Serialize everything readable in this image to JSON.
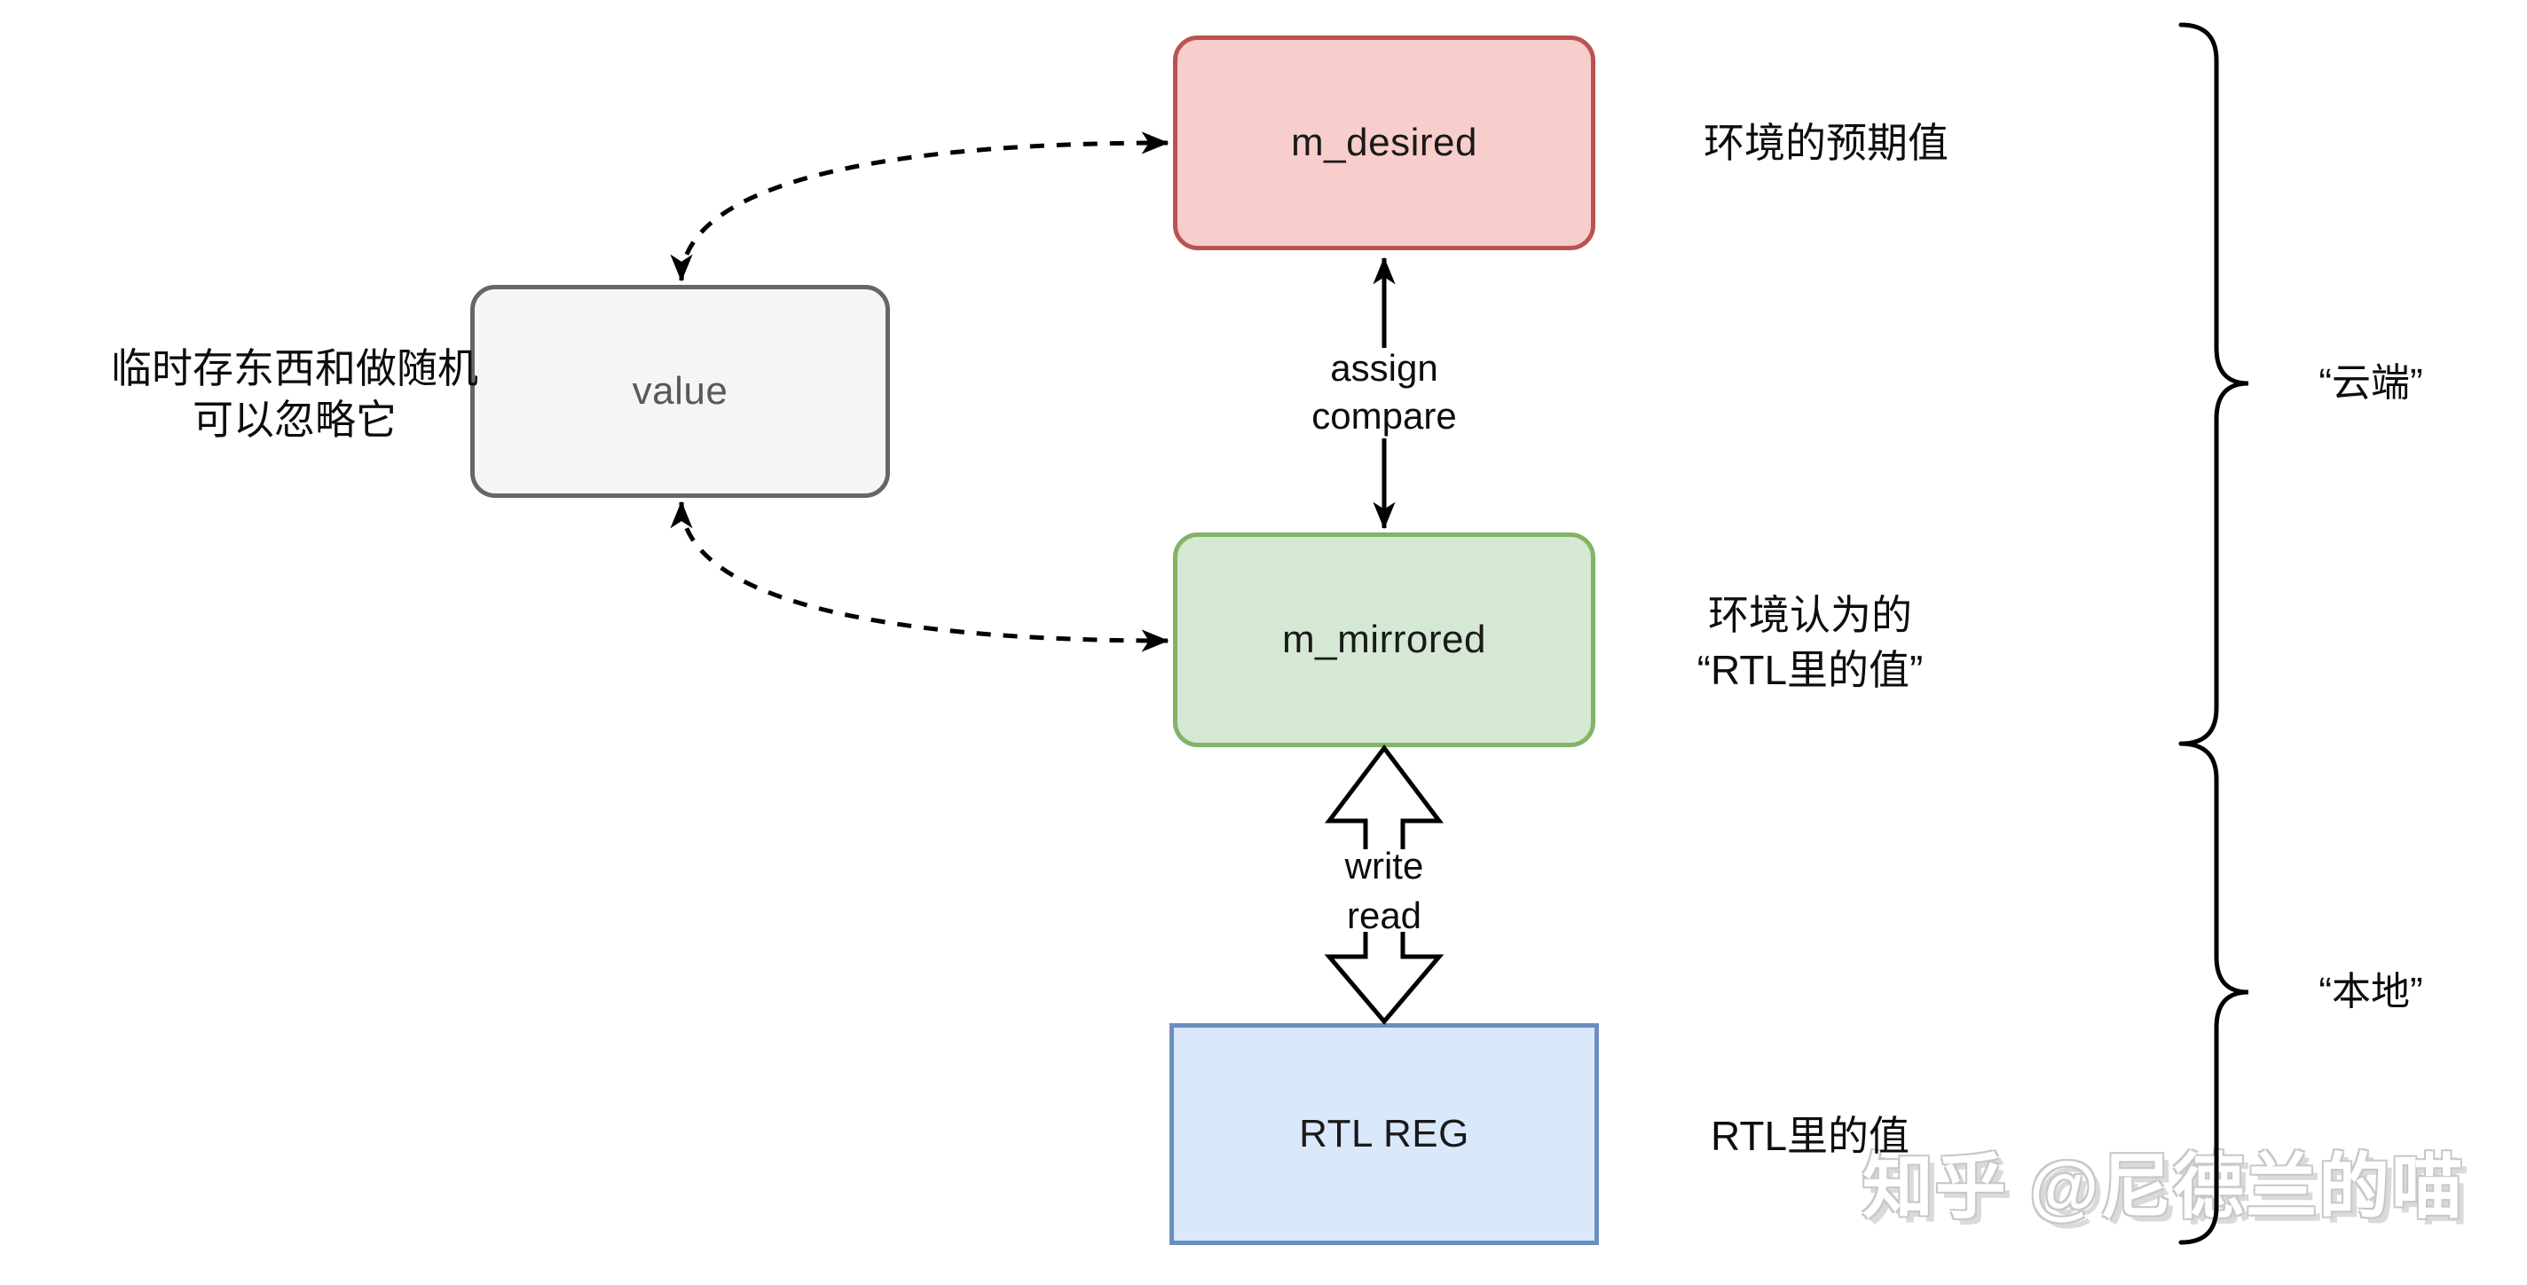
{
  "diagram": {
    "nodes": {
      "value": {
        "label": "value"
      },
      "m_desired": {
        "label": "m_desired"
      },
      "m_mirrored": {
        "label": "m_mirrored"
      },
      "rtl_reg": {
        "label": "RTL REG"
      }
    },
    "annotations": {
      "desired": "环境的预期值",
      "mirrored_line1": "环境认为的",
      "mirrored_line2": "“RTL里的值”",
      "rtl": "RTL里的值",
      "note_line1": "临时存东西和做随机",
      "note_line2": "可以忽略它"
    },
    "edges": {
      "assign": "assign",
      "compare": "compare",
      "write": "write",
      "read": "read"
    },
    "braces": {
      "cloud": "“云端”",
      "local": "“本地”"
    },
    "watermark": "知乎 @尼德兰的喵",
    "colors": {
      "desired_fill": "#f8cecc",
      "desired_stroke": "#b85450",
      "mirrored_fill": "#d5e8d4",
      "mirrored_stroke": "#82b366",
      "rtl_fill": "#dae8fc",
      "rtl_stroke": "#6c8ebf",
      "value_fill": "#f5f5f5",
      "value_stroke": "#666666",
      "line": "#000000",
      "watermark_gray": "#c6c6c6"
    }
  }
}
